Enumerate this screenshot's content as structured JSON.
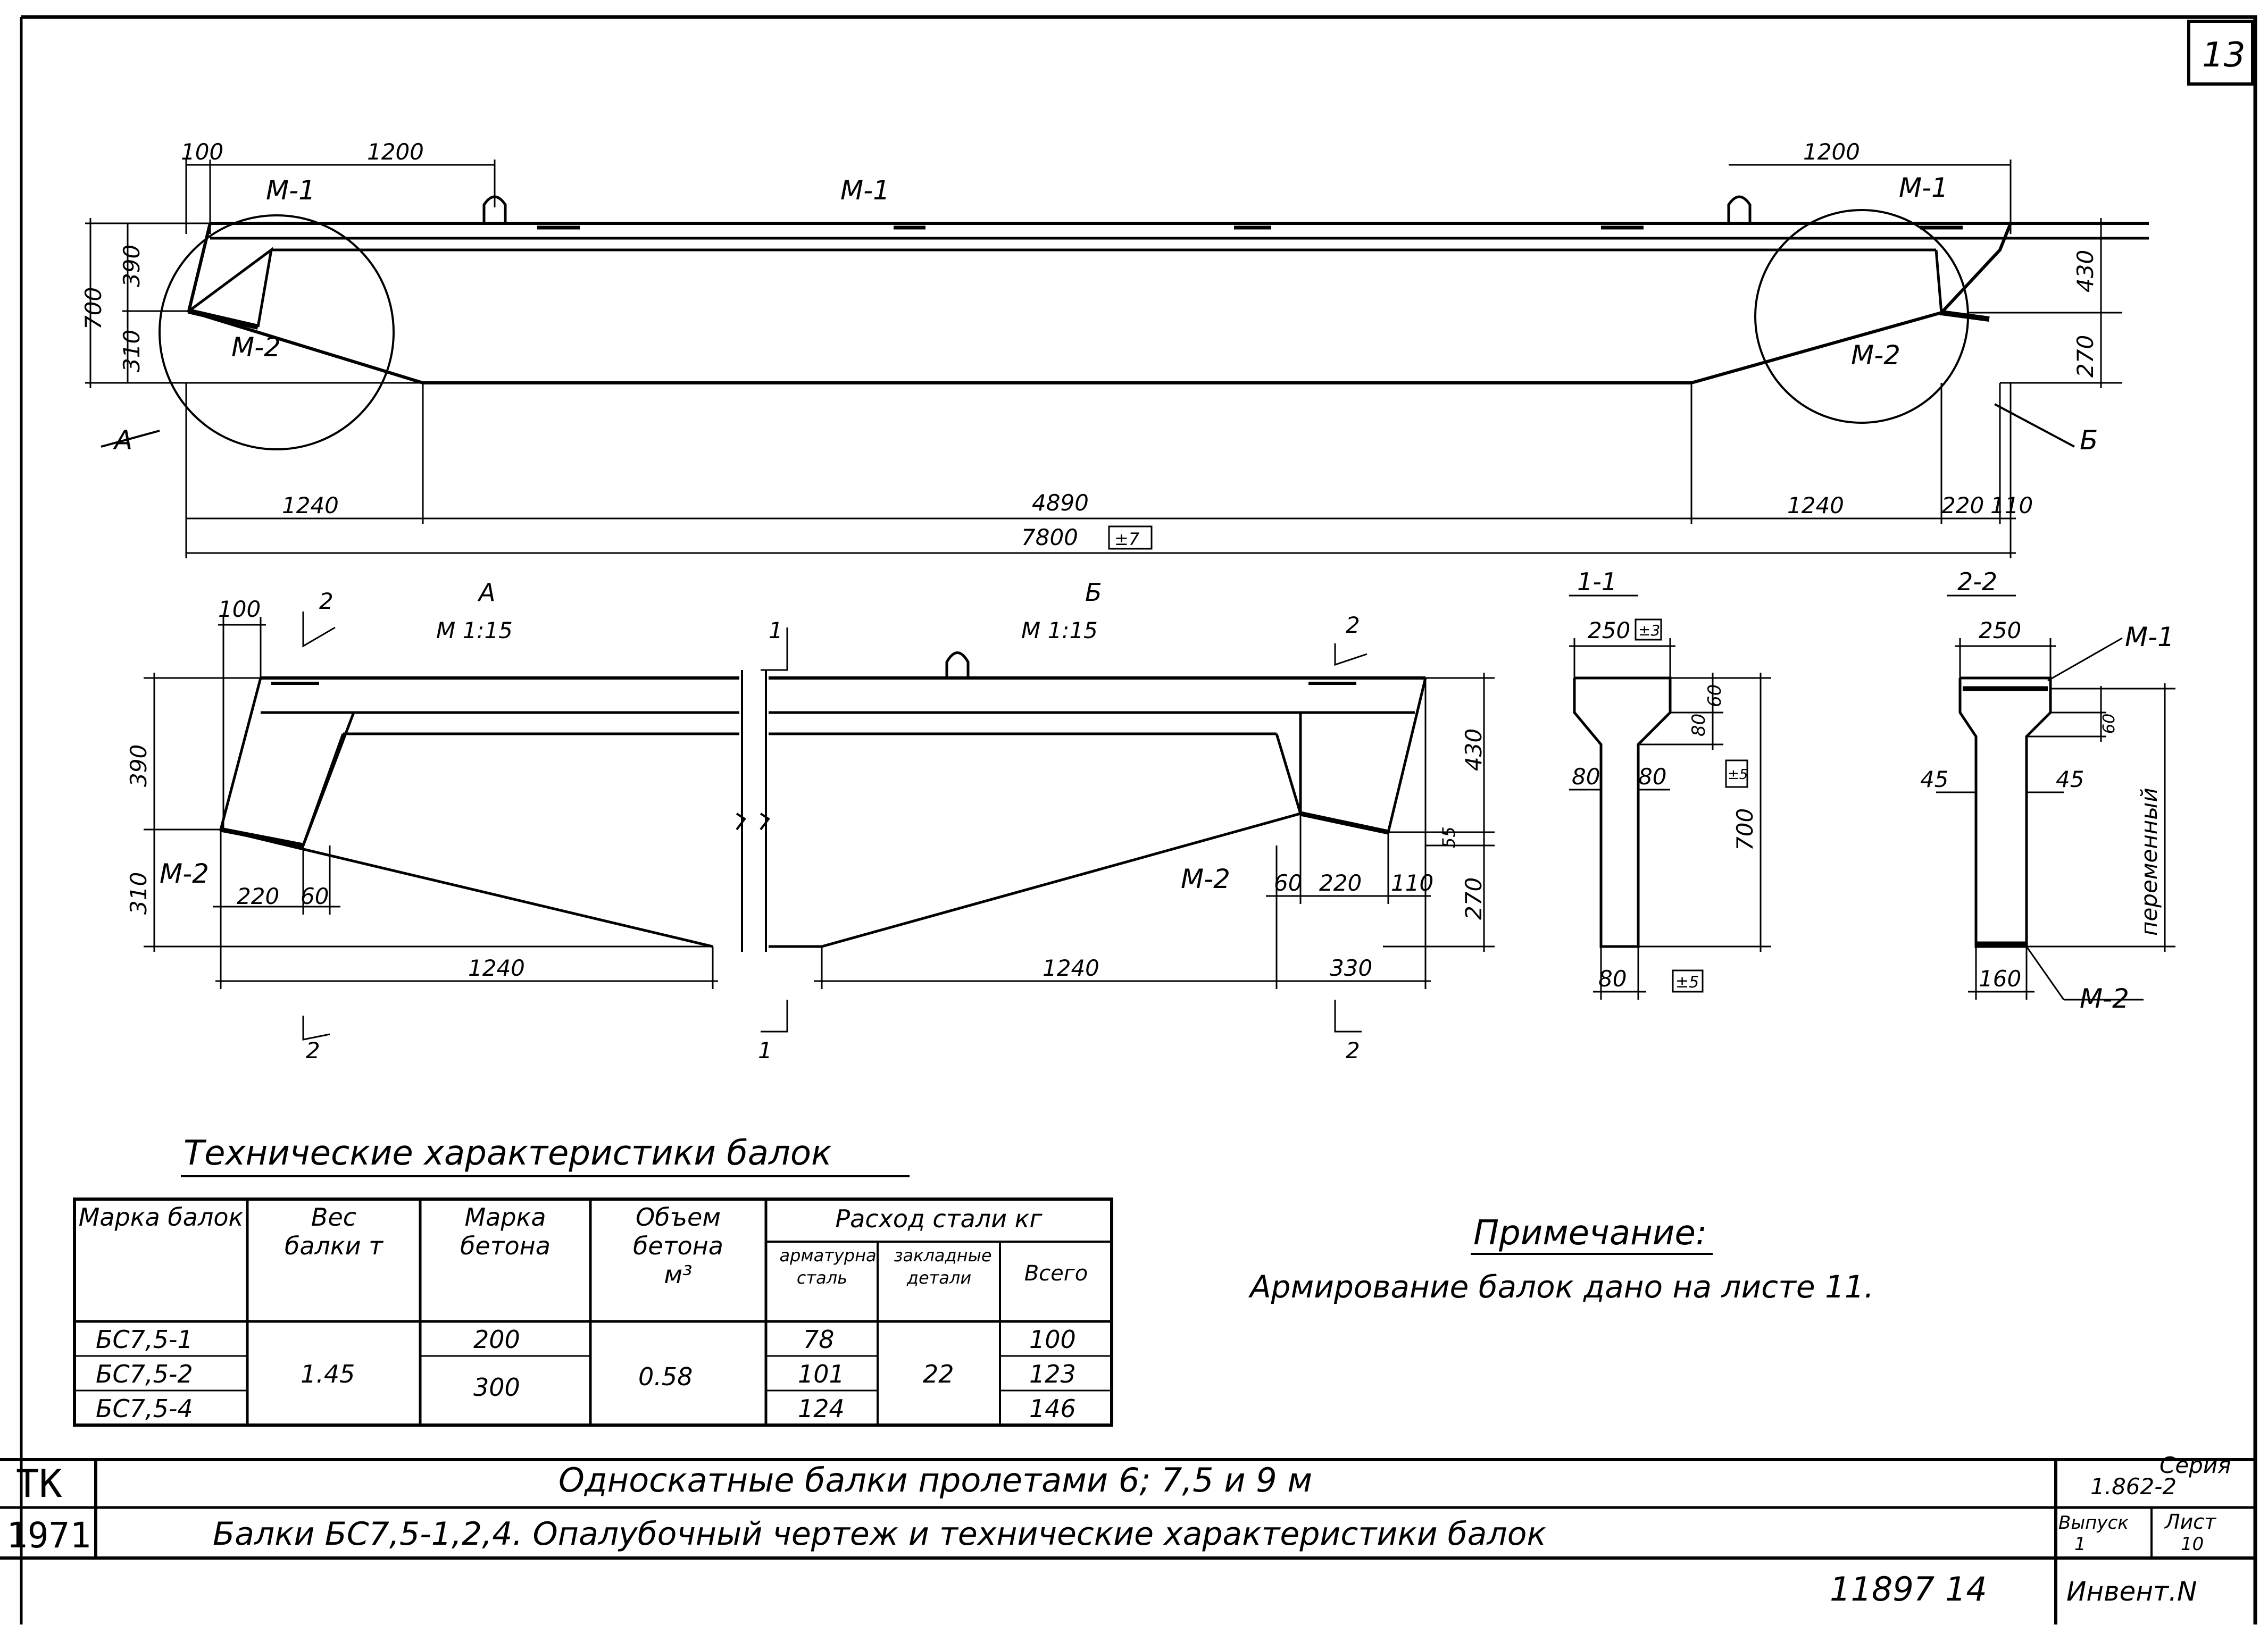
{
  "sheet_number": "13",
  "main_view": {
    "top_dims": [
      "100",
      "1200",
      "1200"
    ],
    "mark_labels": [
      "М-1",
      "М-1",
      "М-1",
      "М-2",
      "М-2"
    ],
    "left_heights": [
      "700",
      "390",
      "310"
    ],
    "right_heights": [
      "430",
      "270"
    ],
    "callouts": [
      "А",
      "Б"
    ],
    "bottom_dims": [
      "1240",
      "4890",
      "1240",
      "220",
      "110"
    ],
    "total_length": "7800",
    "total_tolerance": "±7"
  },
  "detail_a": {
    "title": "А",
    "scale": "М 1:15",
    "section_mark": "2",
    "dims": [
      "100",
      "390",
      "310",
      "220",
      "60",
      "1240"
    ],
    "mark_label": "М-2"
  },
  "detail_b": {
    "title": "Б",
    "scale": "М 1:15",
    "section_mark_1": "1",
    "section_mark_2": "2",
    "dims": [
      "430",
      "55",
      "270",
      "60",
      "220",
      "110",
      "1240",
      "330"
    ],
    "mark_label": "М-2"
  },
  "section_1_1": {
    "title": "1-1",
    "dims": [
      "250",
      "80",
      "60",
      "80",
      "80",
      "700",
      "80"
    ],
    "tolerances": [
      "±3",
      "±5",
      "±5"
    ]
  },
  "section_2_2": {
    "title": "2-2",
    "dims": [
      "250",
      "45",
      "45",
      "60",
      "160"
    ],
    "variable_label": "переменный",
    "mark_labels": [
      "М-1",
      "М-2"
    ]
  },
  "table": {
    "title": "Технические характеристики балок",
    "headers": {
      "mark": "Марка балок",
      "weight": "Вес балки т",
      "concrete_grade": "Марка бетона",
      "volume": "Объем бетона м³",
      "steel": "Расход стали кг",
      "rebar": "арматурная сталь",
      "embedded": "закладные детали",
      "total": "Всего"
    },
    "rows": [
      {
        "mark": "БС7,5-1",
        "rebar": "78",
        "total": "100"
      },
      {
        "mark": "БС7,5-2",
        "rebar": "101",
        "total": "123"
      },
      {
        "mark": "БС7,5-4",
        "rebar": "124",
        "total": "146"
      }
    ],
    "weight": "1.45",
    "grade_1": "200",
    "grade_2": "300",
    "volume": "0.58",
    "embedded": "22"
  },
  "note": {
    "title": "Примечание:",
    "text": "Армирование балок дано на листе 11."
  },
  "title_block": {
    "org": "ТК",
    "year": "1971",
    "line1": "Односкатные балки пролетами 6; 7,5 и 9 м",
    "line2": "Балки БС7,5-1,2,4. Опалубочный чертеж и технические характеристики балок",
    "series_label": "Серия",
    "series_value": "1.862-2",
    "issue_label": "Выпуск",
    "issue_value": "1",
    "sheet_label": "Лист",
    "sheet_value": "10",
    "inventory_numbers": "11897  14",
    "inventory_label": "Инвент.N"
  }
}
